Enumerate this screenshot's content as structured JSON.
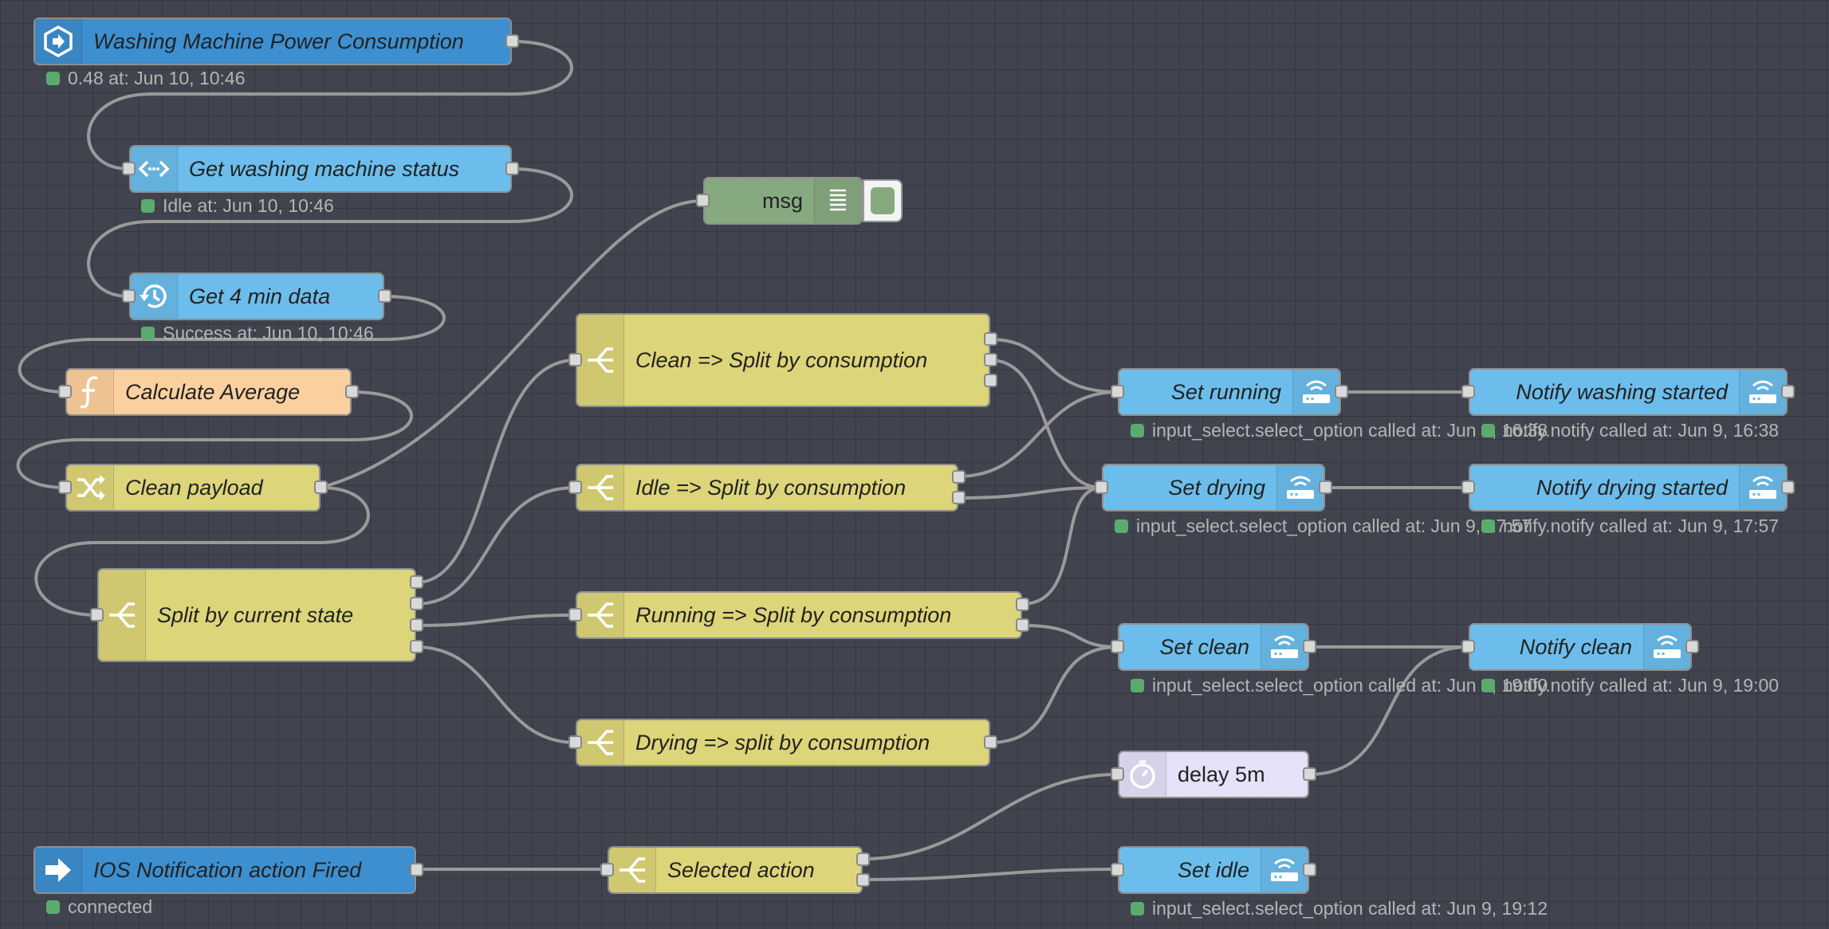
{
  "nodes": {
    "washing_power": {
      "label": "Washing Machine Power Consumption",
      "status": "0.48 at: Jun 10, 10:46"
    },
    "get_status": {
      "label": "Get washing machine status",
      "status": "Idle at: Jun 10, 10:46"
    },
    "get_4min": {
      "label": "Get 4 min data",
      "status": "Success at: Jun 10, 10:46"
    },
    "calc_avg": {
      "label": "Calculate Average"
    },
    "clean_payload": {
      "label": "Clean payload"
    },
    "split_current": {
      "label": "Split by current state"
    },
    "msg_debug": {
      "label": "msg"
    },
    "clean_split": {
      "label": "Clean => Split by consumption"
    },
    "idle_split": {
      "label": "Idle => Split by consumption"
    },
    "running_split": {
      "label": "Running => Split by consumption"
    },
    "drying_split": {
      "label": "Drying => split by consumption"
    },
    "set_running": {
      "label": "Set running",
      "status": "input_select.select_option called at: Jun 9, 16:38"
    },
    "notify_washing": {
      "label": "Notify washing started",
      "status": "notify.notify called at: Jun 9, 16:38"
    },
    "set_drying": {
      "label": "Set drying",
      "status": "input_select.select_option called at: Jun 9, 17:57"
    },
    "notify_drying": {
      "label": "Notify drying started",
      "status": "notify.notify called at: Jun 9, 17:57"
    },
    "set_clean": {
      "label": "Set clean",
      "status": "input_select.select_option called at: Jun 9, 19:00"
    },
    "notify_clean": {
      "label": "Notify clean",
      "status": "notify.notify called at: Jun 9, 19:00"
    },
    "delay": {
      "label": "delay 5m"
    },
    "ios_action": {
      "label": "IOS Notification action Fired",
      "status": "connected"
    },
    "selected_action": {
      "label": "Selected action"
    },
    "set_idle": {
      "label": "Set idle",
      "status": "input_select.select_option called at: Jun 9, 19:12"
    }
  },
  "colors": {
    "canvas": "#41444f",
    "event_node": "#3d8fcf",
    "service_node": "#6cbdeb",
    "switch_node": "#dcd579",
    "function_node": "#fcd09e",
    "debug_node": "#87a980",
    "delay_node": "#e6e0f8",
    "status_ok": "#5cab6e",
    "wire": "#9a9a9a"
  },
  "icons": {
    "event": "arrow-in-hexagon-icon",
    "api": "api-arrows-icon",
    "history": "history-clock-icon",
    "function": "function-f-icon",
    "change": "shuffle-icon",
    "switch": "switch-fork-icon",
    "debug": "list-lines-icon",
    "service": "router-wifi-icon",
    "delay": "timer-icon",
    "trigger": "arrow-right-icon"
  }
}
